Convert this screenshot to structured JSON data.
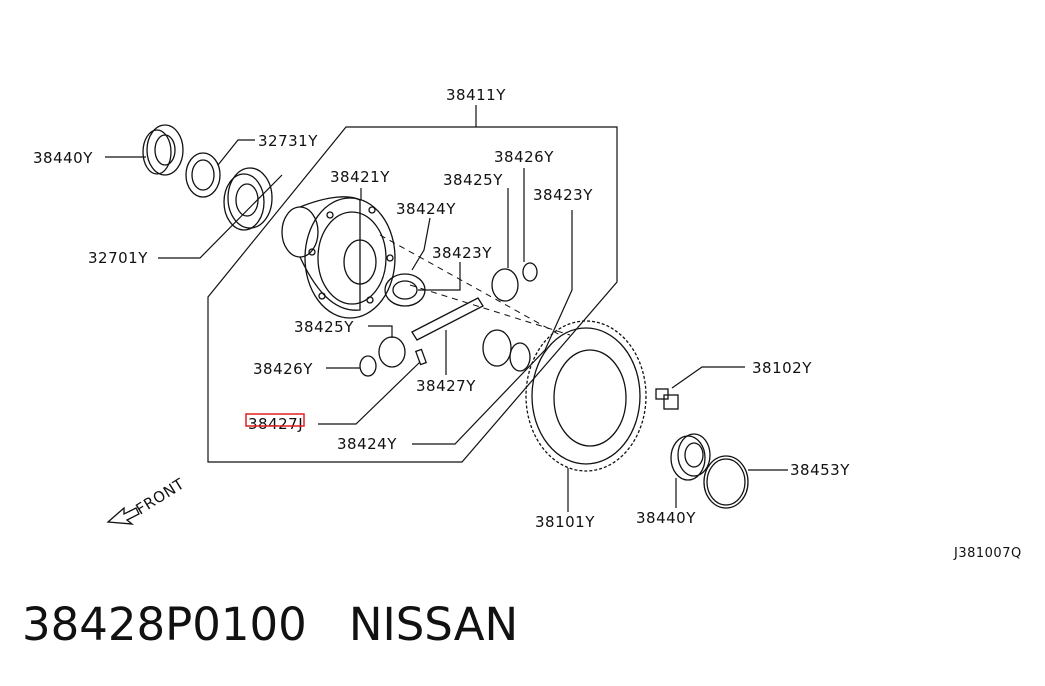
{
  "diagram": {
    "labels": {
      "l38411": "38411Y",
      "l32731": "32731Y",
      "l38440a": "38440Y",
      "l38421": "38421Y",
      "l38426a": "38426Y",
      "l38425a": "38425Y",
      "l38424a": "38424Y",
      "l38423a": "38423Y",
      "l38423b": "38423Y",
      "l32701": "32701Y",
      "l38425b": "38425Y",
      "l38426b": "38426Y",
      "l38427": "38427Y",
      "l38428": "38427J",
      "l38424b": "38424Y",
      "l38102": "38102Y",
      "l38453": "38453Y",
      "l38440b": "38440Y",
      "l38101": "38101Y",
      "front": "FRONT",
      "code": "J381007Q"
    },
    "highlight_color": "#e02020"
  },
  "caption": {
    "part_number": "38428P0100",
    "brand": "NISSAN"
  }
}
